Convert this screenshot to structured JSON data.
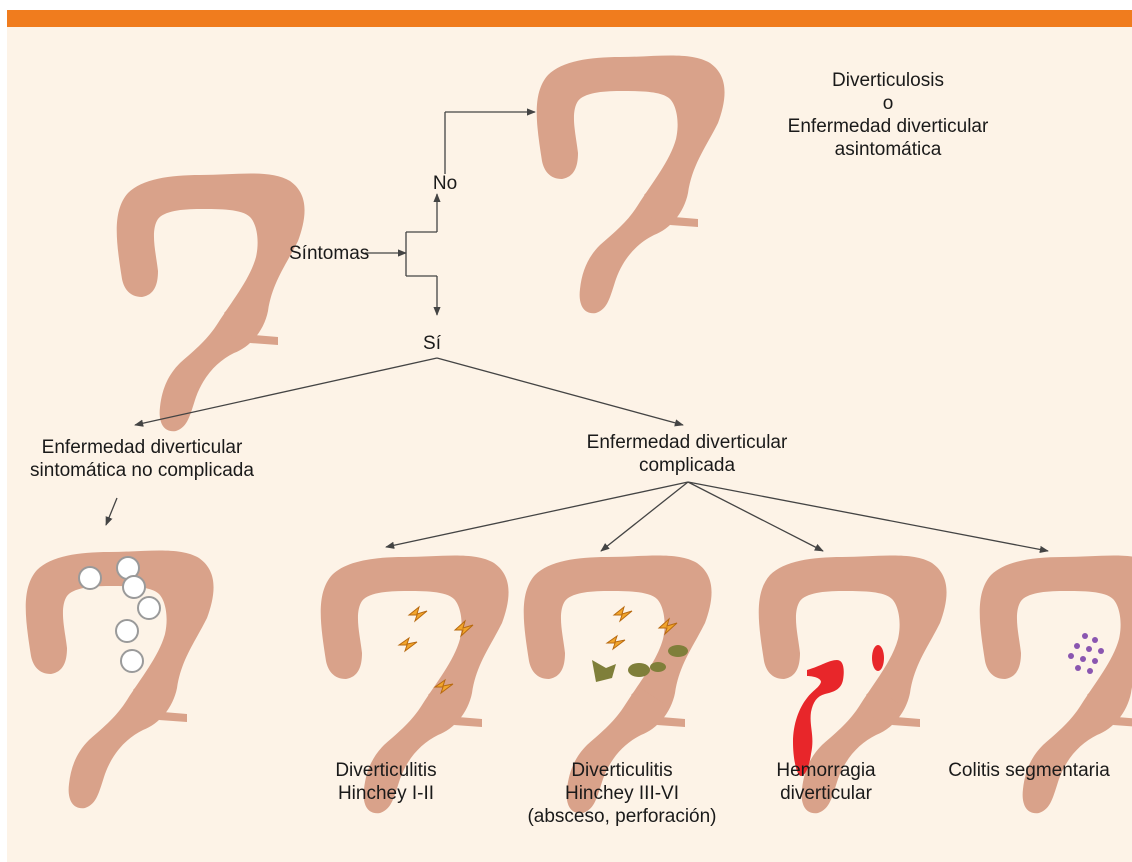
{
  "colors": {
    "header_bar": "#f07c1e",
    "background": "#fdf3e7",
    "colon": "#d9a28a",
    "arrow": "#444444",
    "inflammation": "#f2a52b",
    "abscess": "#7f7f3a",
    "hemorrhage": "#e8262a",
    "colitis_dots": "#8a56b0"
  },
  "root": {
    "icon": "colon-icon",
    "question": "Síntomas"
  },
  "branch_no": {
    "label": "No",
    "outcome_lines": [
      "Diverticulosis",
      "o",
      "Enfermedad diverticular",
      "asintomática"
    ]
  },
  "branch_yes": {
    "label": "Sí"
  },
  "uncomplicated": {
    "lines": [
      "Enfermedad diverticular",
      "sintomática no complicada"
    ]
  },
  "complicated": {
    "lines": [
      "Enfermedad diverticular",
      "complicada"
    ],
    "outcomes": [
      {
        "lines": [
          "Diverticulitis",
          "Hinchey I-II"
        ]
      },
      {
        "lines": [
          "Diverticulitis",
          "Hinchey III-VI",
          "(absceso, perforación)"
        ]
      },
      {
        "lines": [
          "Hemorragia",
          "diverticular"
        ]
      },
      {
        "lines": [
          "Colitis segmentaria"
        ]
      }
    ]
  }
}
